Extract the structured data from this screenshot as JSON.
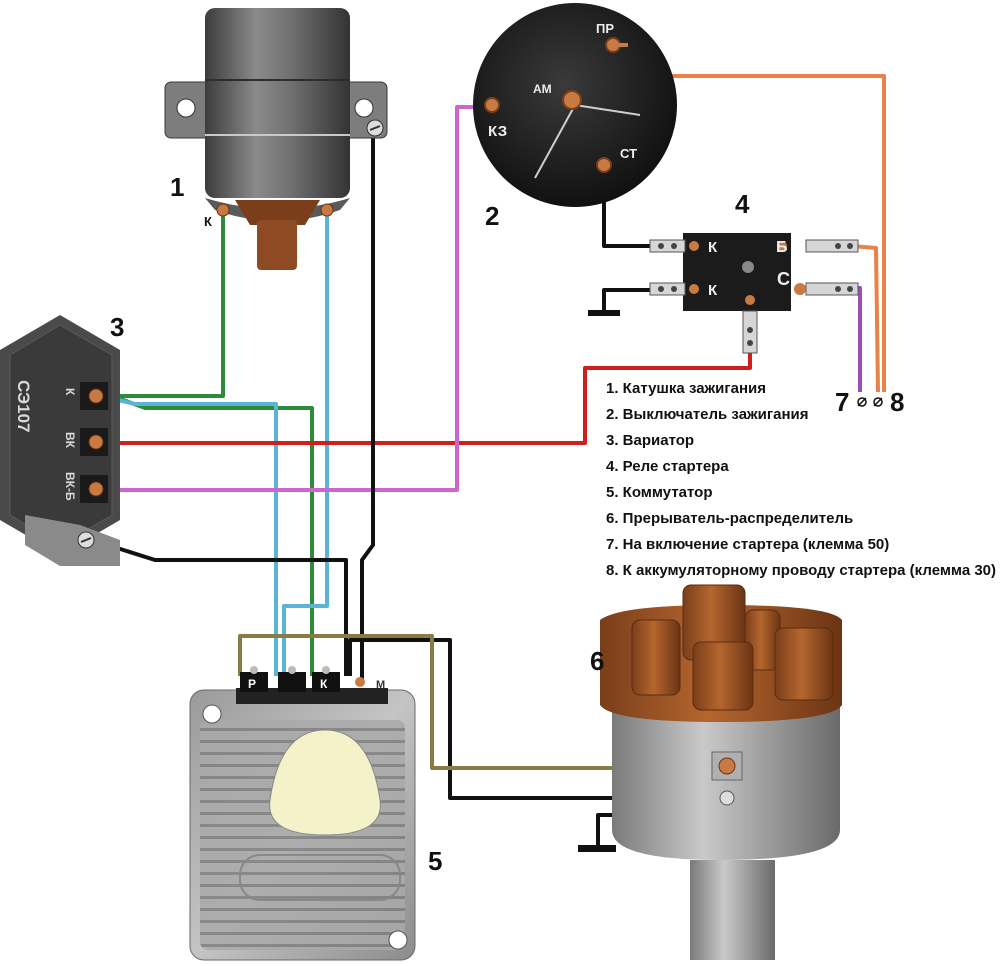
{
  "numbers": {
    "coil": "1",
    "switch": "2",
    "regulator": "3",
    "relay": "4",
    "commutator": "5",
    "distributor": "6",
    "starter_on": "7",
    "battery": "8"
  },
  "legend": [
    "1. Катушка зажигания",
    "2. Выключатель зажигания",
    "3. Вариатор",
    "4. Реле стартера",
    "5. Коммутатор",
    "6. Прерыватель-распределитель",
    "7. На включение стартера (клемма 50)",
    "8. К аккумуляторному проводу стартера (клемма 30)"
  ],
  "coil": {
    "terminal_k": "К"
  },
  "switch": {
    "pr": "ПР",
    "am": "АМ",
    "kz": "КЗ",
    "st": "СТ"
  },
  "relay": {
    "k_top": "К",
    "k_bottom": "К",
    "b": "Б",
    "s": "С"
  },
  "regulator": {
    "model": "СЭ107",
    "k": "К",
    "vk": "ВК",
    "vkb": "ВК-Б"
  },
  "commutator": {
    "r": "Р",
    "k": "К",
    "m": "М"
  },
  "wire_colors": {
    "green": "#2e8b3a",
    "blue": "#5ab4d8",
    "red": "#d0201e",
    "violet": "#cc66cc",
    "orange": "#e8824a",
    "black": "#111111",
    "brown": "#8a7a44"
  }
}
